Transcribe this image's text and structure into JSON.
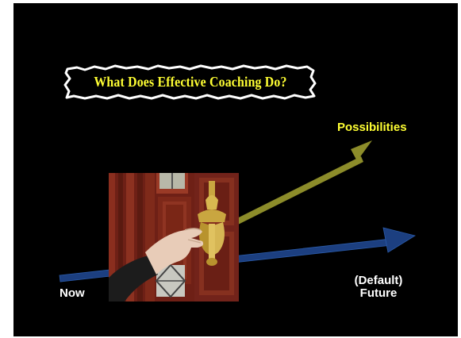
{
  "slide": {
    "title": "What Does Effective Coaching Do?",
    "background_color": "#000000",
    "title_color": "#ffff33",
    "banner_fill": "#000000",
    "banner_border": "#ffffff"
  },
  "labels": {
    "possibilities": "Possibilities",
    "now": "Now",
    "future_line1": "(Default)",
    "future_line2": "Future"
  },
  "arrows": {
    "default_color": "#1c3f80",
    "possibilities_color": "#8c8c2a"
  },
  "photo": {
    "subject": "hand-on-door-knocker",
    "door_color": "#7a2418",
    "knocker_color": "#c9a640"
  }
}
